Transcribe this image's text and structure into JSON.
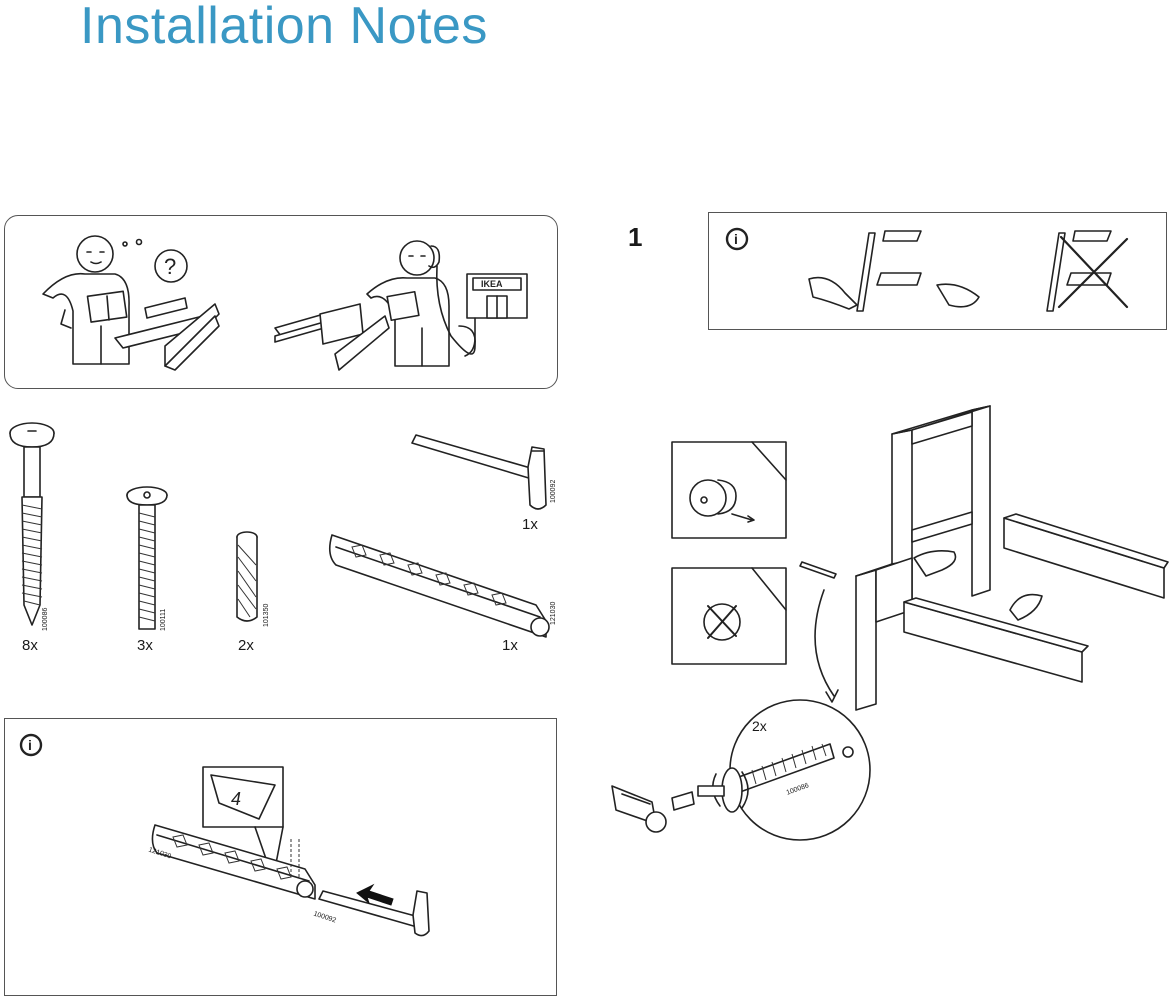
{
  "title": "Installation Notes",
  "help_panel": {
    "question_glyph": "?",
    "store_sign": "IKEA"
  },
  "parts": [
    {
      "name": "long-bolt",
      "code": "100086",
      "qty": "8x"
    },
    {
      "name": "short-bolt",
      "code": "100111",
      "qty": "3x"
    },
    {
      "name": "dowel",
      "code": "101350",
      "qty": "2x"
    },
    {
      "name": "allen-key",
      "code": "100092",
      "qty": "1x"
    },
    {
      "name": "slotted-rail",
      "code": "121030",
      "qty": "1x"
    }
  ],
  "step1": {
    "number": "1",
    "info_glyph": "i",
    "bolt_multiplier": "2x",
    "bolt_code": "100086"
  },
  "tool_panel": {
    "info_glyph": "i",
    "rail_code": "121030",
    "key_code": "100092"
  }
}
